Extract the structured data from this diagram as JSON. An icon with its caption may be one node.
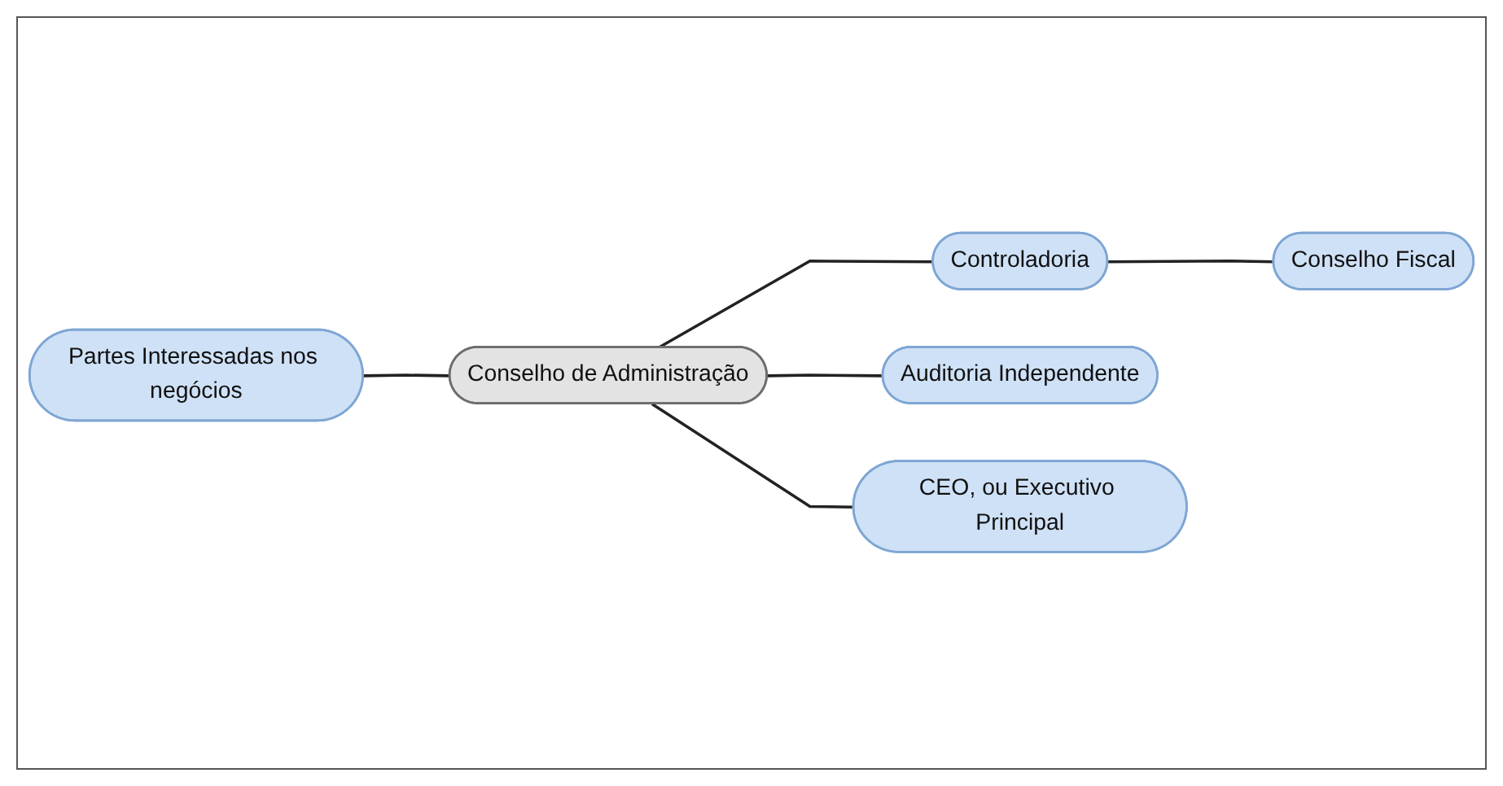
{
  "diagram": {
    "nodes": [
      {
        "text": [
          "Controladoria"
        ]
      },
      {
        "text": [
          "Conselho Fiscal"
        ]
      },
      {
        "text": [
          "Partes Interessadas nos negócios"
        ]
      },
      {
        "text": [
          "Conselho de Administração"
        ]
      },
      {
        "text": [
          "Auditoria Independente"
        ]
      },
      {
        "text": [
          "CEO, ou Executivo Principal"
        ]
      }
    ],
    "edges": [
      {
        "from": 0,
        "to": 1,
        "arrow": "none"
      },
      {
        "from": 3,
        "to": 0,
        "arrow": "none"
      },
      {
        "from": 2,
        "to": 3,
        "arrow": "none"
      },
      {
        "from": 3,
        "to": 4,
        "arrow": "none"
      },
      {
        "from": 3,
        "to": 5,
        "arrow": "none"
      }
    ]
  }
}
